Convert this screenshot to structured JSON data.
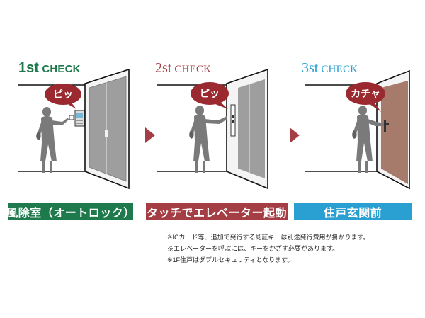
{
  "steps": [
    {
      "check_number": "1st",
      "check_word": "CHECK",
      "sound": "ピッ",
      "label": "風除室（オートロック）",
      "colors": {
        "accent": "#1e7a4c",
        "bubble": "#9b2a30",
        "door": "#9e9e9e"
      }
    },
    {
      "check_number": "2st",
      "check_word": "CHECK",
      "sound": "ピッ",
      "label": "タッチでエレベーター起動",
      "colors": {
        "accent": "#a43d44",
        "bubble": "#9b2a30",
        "door": "#9e9e9e"
      }
    },
    {
      "check_number": "3st",
      "check_word": "CHECK",
      "sound": "カチャ",
      "label": "住戸玄関前",
      "colors": {
        "accent": "#2a9fd2",
        "bubble": "#9b2a30",
        "door": "#a67b6c"
      }
    }
  ],
  "arrow_icon": "triangle-right-icon",
  "notes": [
    "※ICカード等、追加で発行する認証キーは別途発行費用が掛かります。",
    "※エレベーターを呼ぶには、キーをかざす必要があります。",
    "※1F住戸はダブルセキュリティとなります。"
  ]
}
